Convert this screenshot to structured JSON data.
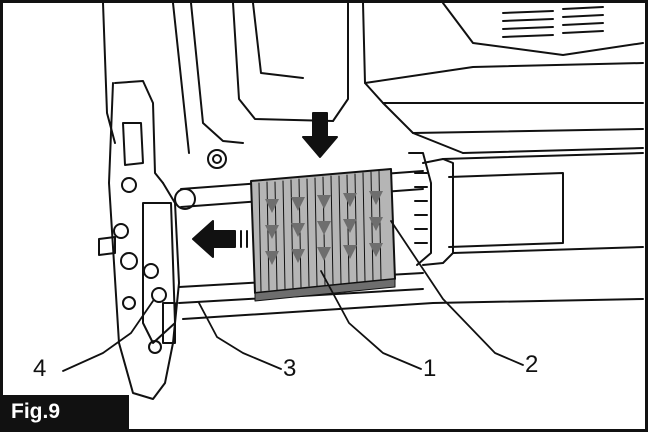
{
  "figure": {
    "label": "Fig.9",
    "callouts": [
      {
        "id": "4",
        "text": "4"
      },
      {
        "id": "3",
        "text": "3"
      },
      {
        "id": "1",
        "text": "1"
      },
      {
        "id": "2",
        "text": "2"
      }
    ]
  },
  "colors": {
    "line": "#111111",
    "cartridge_fill": "#b5b5b5",
    "cartridge_dark": "#6e6e6e",
    "background": "#ffffff"
  },
  "icons": [
    "down-arrow-icon",
    "left-arrow-icon"
  ]
}
